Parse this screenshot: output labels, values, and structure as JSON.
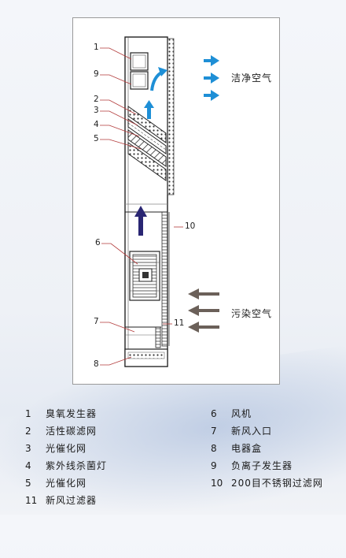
{
  "diagram": {
    "labels": {
      "clean_air": "洁净空气",
      "polluted_air": "污染空气"
    },
    "callouts": [
      "1",
      "9",
      "2",
      "3",
      "4",
      "5",
      "10",
      "6",
      "7",
      "11",
      "8"
    ],
    "colors": {
      "blue_arrow": "#1e8fd6",
      "navy_arrow": "#2a2673",
      "gray_arrow": "#6b6059",
      "callout_line": "#b23a3a"
    }
  },
  "legend": {
    "left": [
      {
        "num": "1",
        "text": "臭氧发生器"
      },
      {
        "num": "2",
        "text": "活性碳滤网"
      },
      {
        "num": "3",
        "text": "光催化网"
      },
      {
        "num": "4",
        "text": "紫外线杀菌灯"
      },
      {
        "num": "5",
        "text": "光催化网"
      },
      {
        "num": "11",
        "text": "新风过滤器"
      }
    ],
    "right": [
      {
        "num": "6",
        "text": "风机"
      },
      {
        "num": "7",
        "text": "新风入口"
      },
      {
        "num": "8",
        "text": "电器盒"
      },
      {
        "num": "9",
        "text": "负离子发生器"
      },
      {
        "num": "10",
        "text": "200目不锈钢过滤网"
      }
    ]
  }
}
